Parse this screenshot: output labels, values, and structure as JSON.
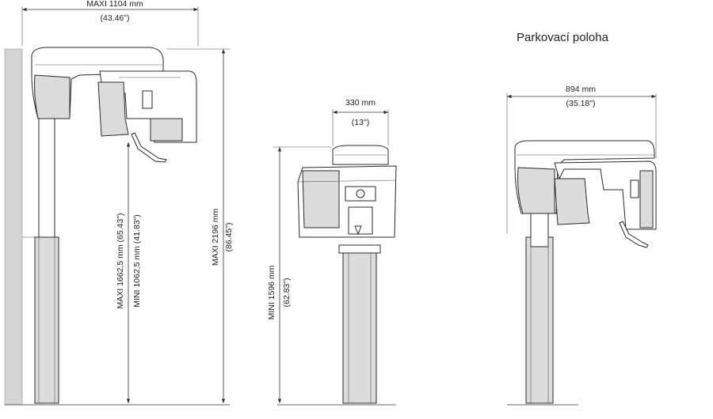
{
  "title": "Parkovací poloha",
  "dimensions": {
    "maxi_width_mm": "MAXI 1104 mm",
    "maxi_width_in": "(43.46\")",
    "maxi_height_mm": "MAXI 2196 mm",
    "maxi_height_in": "(86.45\")",
    "range_maxi": "MAXI 1662,5 mm (65.43\")",
    "range_mini": "MINI 1062,5 mm (41.83\")",
    "front_width_mm": "330 mm",
    "front_width_in": "(13\")",
    "mini_height_mm": "MINI 1596 mm",
    "mini_height_in": "(62.83\")",
    "parking_width_mm": "894 mm",
    "parking_width_in": "(35.18\")"
  }
}
